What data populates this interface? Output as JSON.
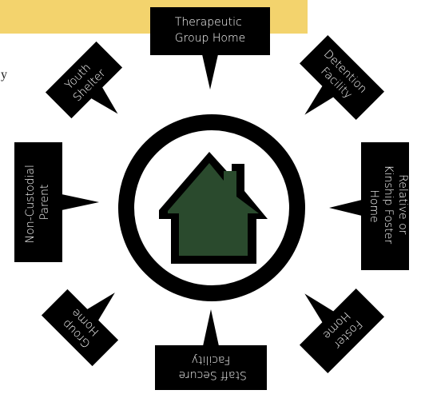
{
  "banner_color": "#f3d36d",
  "page_fragment": "y",
  "center": {
    "icon": "house-icon",
    "house_color": "#2a4a2d",
    "ring_color": "#000000"
  },
  "placements": [
    {
      "id": "therapeutic-group-home",
      "lines": [
        "Therapeutic",
        "Group Home"
      ]
    },
    {
      "id": "detention-facility",
      "lines": [
        "Detention",
        "Facility"
      ]
    },
    {
      "id": "relative-or-kinship-foster-home",
      "lines": [
        "Relative or",
        "Kinship Foster",
        "Home"
      ]
    },
    {
      "id": "foster-home",
      "lines": [
        "Foster",
        "Home"
      ]
    },
    {
      "id": "staff-secure-facility",
      "lines": [
        "Staff Secure",
        "Facility"
      ]
    },
    {
      "id": "group-home",
      "lines": [
        "Group",
        "Home"
      ]
    },
    {
      "id": "non-custodial-parent",
      "lines": [
        "Non-Custodial",
        "Parent"
      ]
    },
    {
      "id": "youth-shelter",
      "lines": [
        "Youth",
        "Shelter"
      ]
    }
  ]
}
